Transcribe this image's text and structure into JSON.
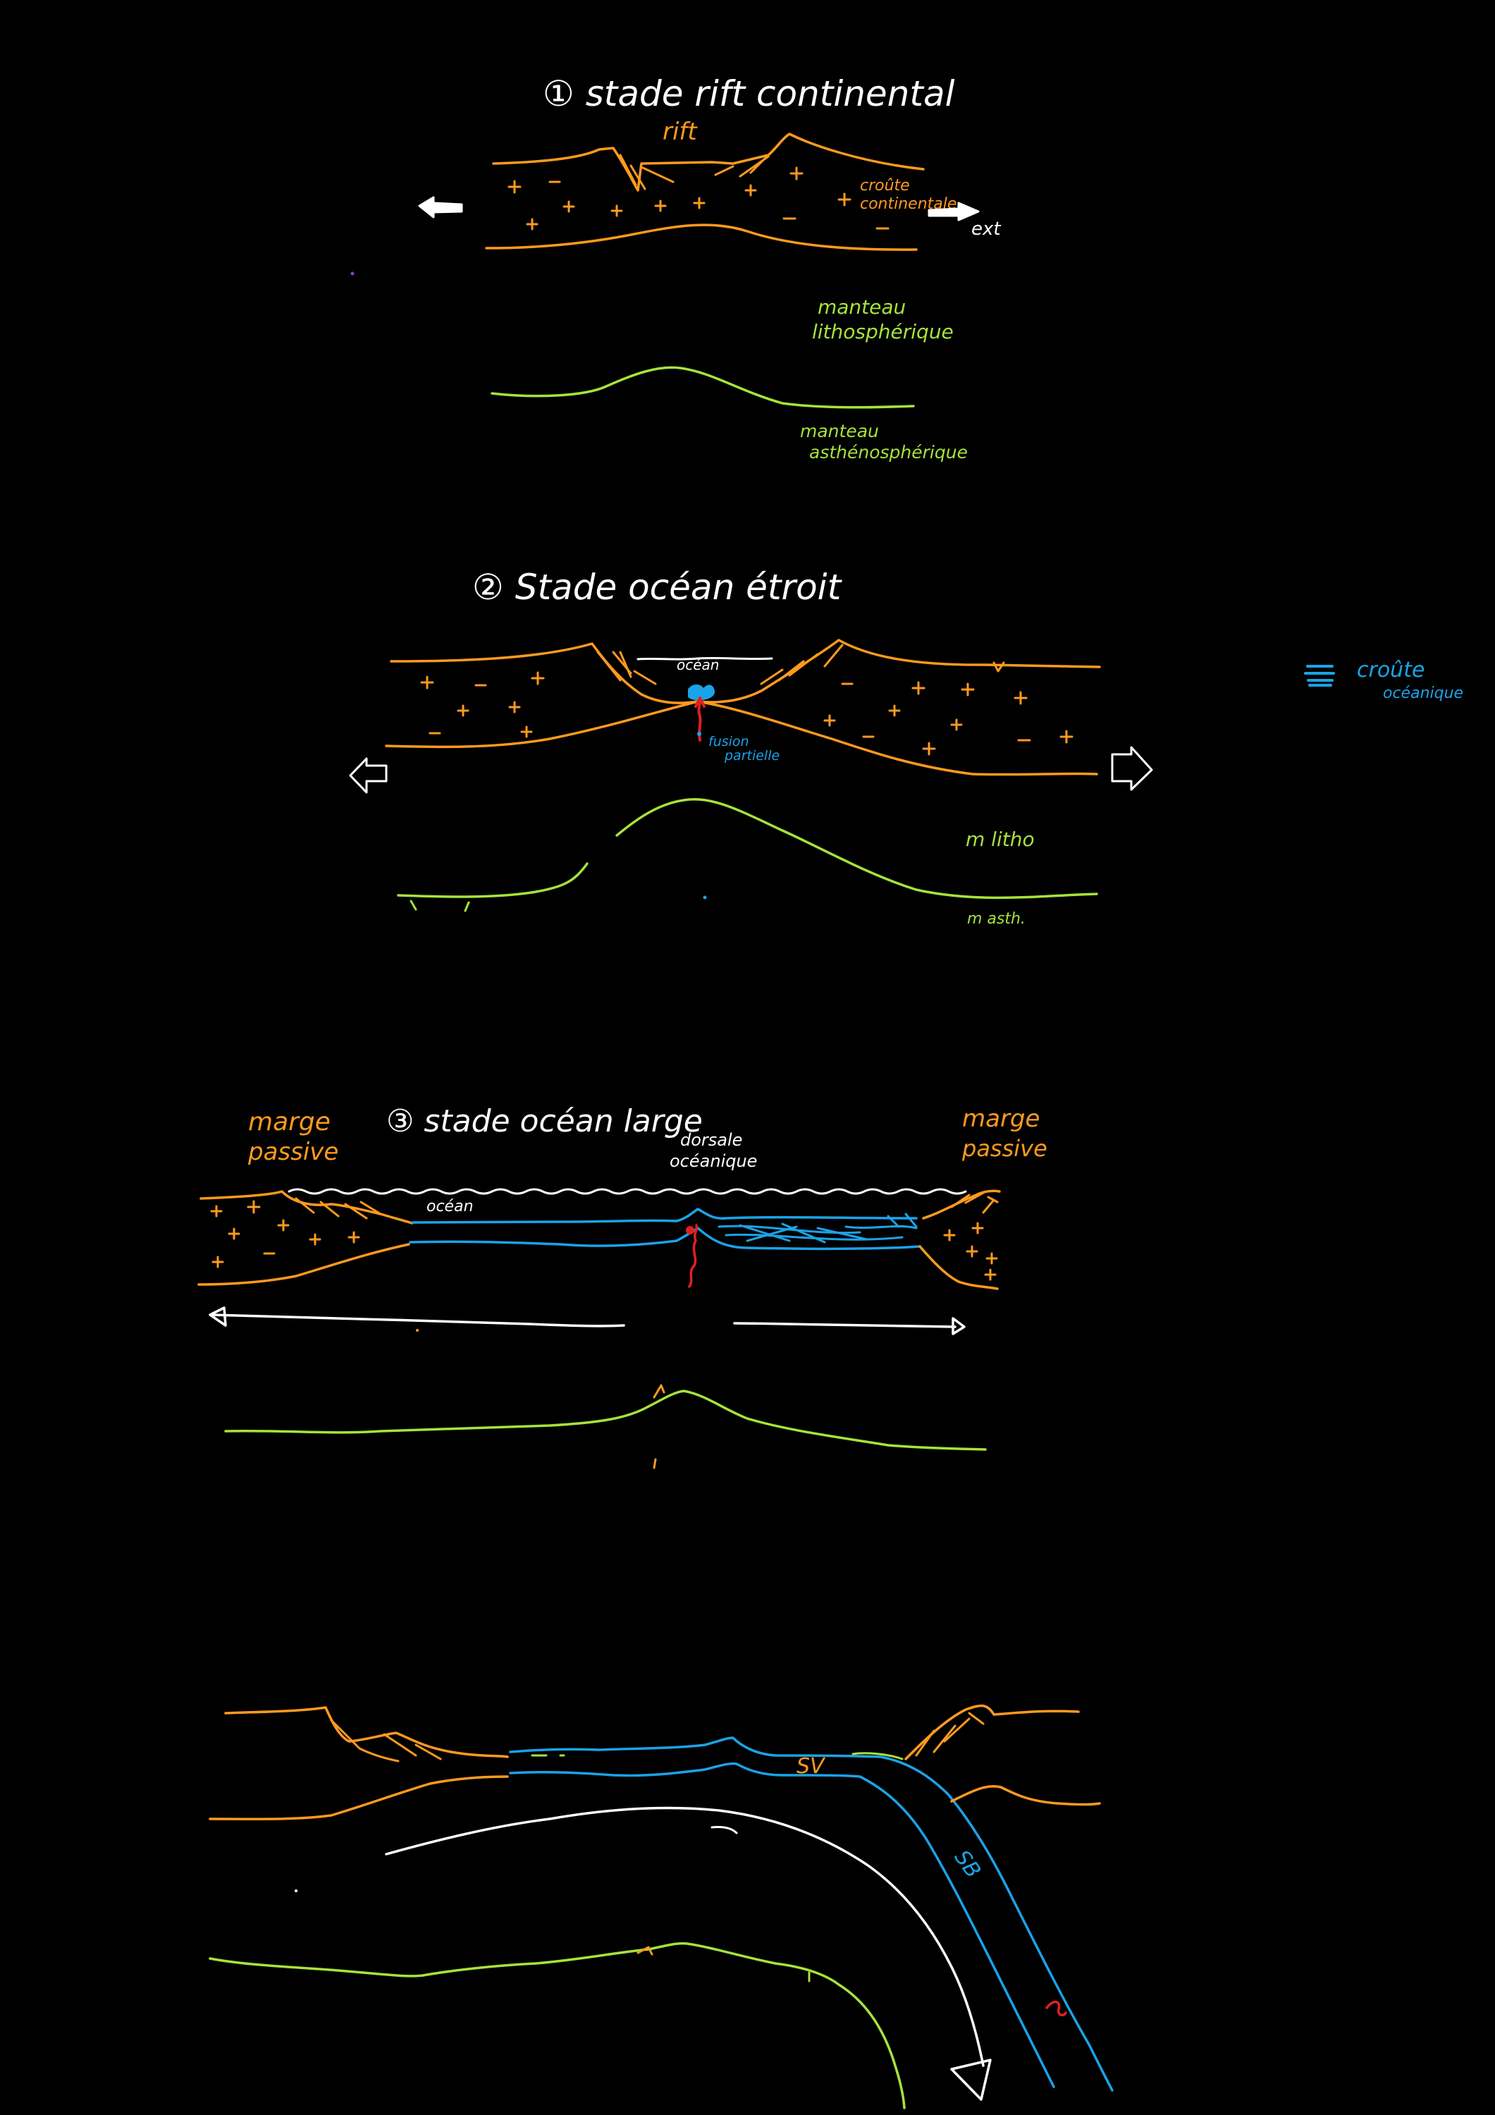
{
  "colors": {
    "background": "#000000",
    "white": "#ffffff",
    "crust": "#ff9a1f",
    "mantle": "#a6e33c",
    "ocean_crust": "#1aa3e8",
    "magma": "#e02020",
    "purple_dot": "#8a3ec9"
  },
  "stage1": {
    "title": "① stade rift continental",
    "rift_label": "rift",
    "crust_label_line1": "croûte",
    "crust_label_line2": "continentale",
    "extension_label": "ext",
    "mantle_litho_line1": "manteau",
    "mantle_litho_line2": "lithosphérique",
    "mantle_astheno_line1": "manteau",
    "mantle_astheno_line2": "asthénosphérique"
  },
  "stage2": {
    "title": "② Stade océan étroit",
    "ocean_label": "océan",
    "fusion_line1": "fusion",
    "fusion_line2": "partielle",
    "mantle_litho": "m litho",
    "mantle_astheno": "m asth.",
    "legend_label_line1": "croûte",
    "legend_label_line2": "océanique"
  },
  "stage3": {
    "title": "③ stade océan large",
    "margin_left_line1": "marge",
    "margin_left_line2": "passive",
    "margin_right_line1": "marge",
    "margin_right_line2": "passive",
    "ridge_line1": "dorsale",
    "ridge_line2": "océanique",
    "ocean_label": "océan"
  },
  "stage4": {
    "sv_label": "SV",
    "sb_label": "SB"
  }
}
